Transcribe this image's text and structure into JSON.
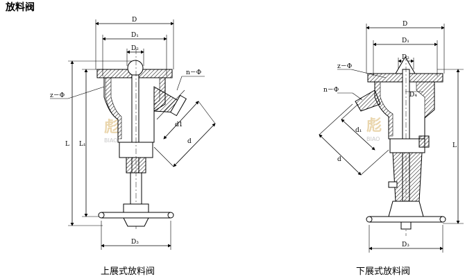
{
  "page": {
    "title": "放料阀"
  },
  "diagrams": [
    {
      "caption": "上展式放料阀",
      "labels": {
        "D": "D",
        "D1": "D₁",
        "D2": "D₂",
        "D3": "D₃",
        "L": "L",
        "L1": "L₁",
        "z_phi": "z－Φ",
        "n_phi": "n－Φ",
        "d": "d",
        "d1": "d1"
      }
    },
    {
      "caption": "下展式放料阀",
      "labels": {
        "D": "D",
        "D1": "D₁",
        "D2": "D₂",
        "D3": "D₃",
        "D4": "D₄",
        "L": "L",
        "z_phi": "z－Φ",
        "n_phi": "n－Φ",
        "d": "d",
        "d1": "d₁"
      }
    }
  ],
  "watermark": {
    "text": "彪",
    "subtext": "BIAO"
  }
}
